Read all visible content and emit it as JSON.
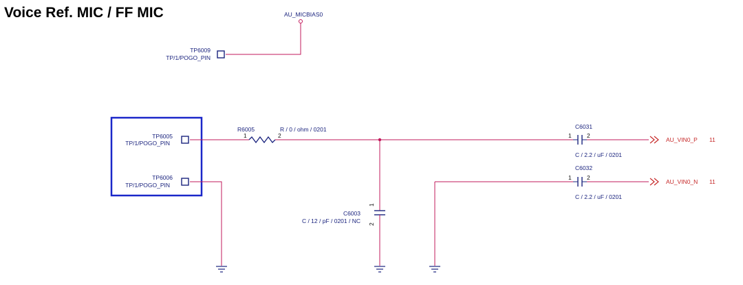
{
  "title": "Voice Ref. MIC / FF MIC",
  "colors": {
    "wire": "#c2185b",
    "component": "#1a237e",
    "net_label": "#c62828",
    "highlight_box": "#1a27c9"
  },
  "nets": {
    "micbias": "AU_MICBIAS0",
    "vin_p": "AU_VIN0_P",
    "vin_p_page": "11",
    "vin_n": "AU_VIN0_N",
    "vin_n_page": "11"
  },
  "components": {
    "tp6009": {
      "ref": "TP6009",
      "value": "TP/1/POGO_PIN"
    },
    "tp6005": {
      "ref": "TP6005",
      "value": "TP/1/POGO_PIN"
    },
    "tp6006": {
      "ref": "TP6006",
      "value": "TP/1/POGO_PIN"
    },
    "r6005": {
      "ref": "R6005",
      "value": "R / 0 / ohm / 0201",
      "pin1": "1",
      "pin2": "2"
    },
    "c6031": {
      "ref": "C6031",
      "value": "C / 2.2 / uF / 0201",
      "pin1": "1",
      "pin2": "2"
    },
    "c6032": {
      "ref": "C6032",
      "value": "C / 2.2 / uF / 0201",
      "pin1": "1",
      "pin2": "2"
    },
    "c6003": {
      "ref": "C6003",
      "value": "C / 12 / pF / 0201 / NC",
      "pin1": "1",
      "pin2": "2"
    }
  }
}
